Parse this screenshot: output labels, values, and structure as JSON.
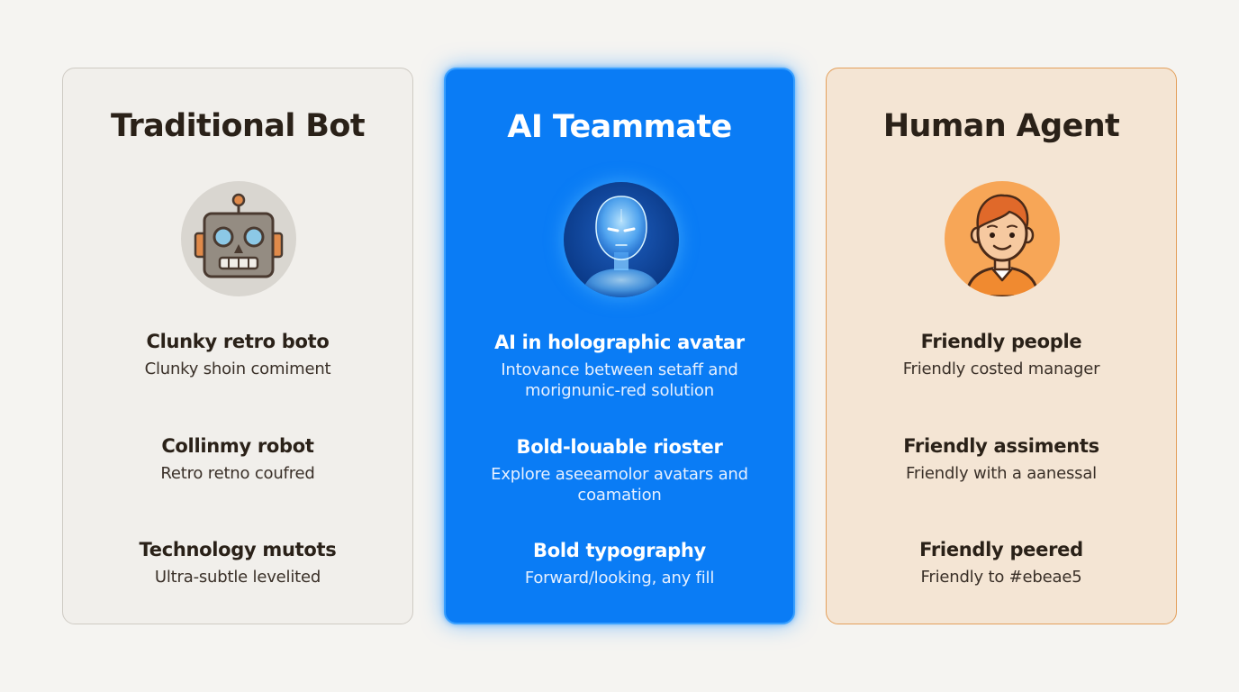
{
  "cards": [
    {
      "title": "Traditional Bot",
      "avatar_icon": "retro-robot-icon",
      "accent": "#e08a4a",
      "features": [
        {
          "heading": "Clunky retro boto",
          "text": "Clunky shoin comiment"
        },
        {
          "heading": "Collinmy robot",
          "text": "Retro retno coufred"
        },
        {
          "heading": "Technology mutots",
          "text": "Ultra-subtle levelited"
        }
      ]
    },
    {
      "title": "AI Teammate",
      "avatar_icon": "holographic-avatar-icon",
      "accent": "#0a7cf5",
      "features": [
        {
          "heading": "AI in holographic avatar",
          "text": "Intovance between setaff and morignunic-red solution"
        },
        {
          "heading": "Bold-louable rioster",
          "text": "Explore aseeamolor avatars and coamation"
        },
        {
          "heading": "Bold typography",
          "text": "Forward/looking, any fill"
        }
      ]
    },
    {
      "title": "Human Agent",
      "avatar_icon": "person-icon",
      "accent": "#f08a30",
      "features": [
        {
          "heading": "Friendly people",
          "text": "Friendly costed manager"
        },
        {
          "heading": "Friendly assiments",
          "text": "Friendly with a aanessal"
        },
        {
          "heading": "Friendly peered",
          "text": "Friendly to #ebeae5"
        }
      ]
    }
  ]
}
